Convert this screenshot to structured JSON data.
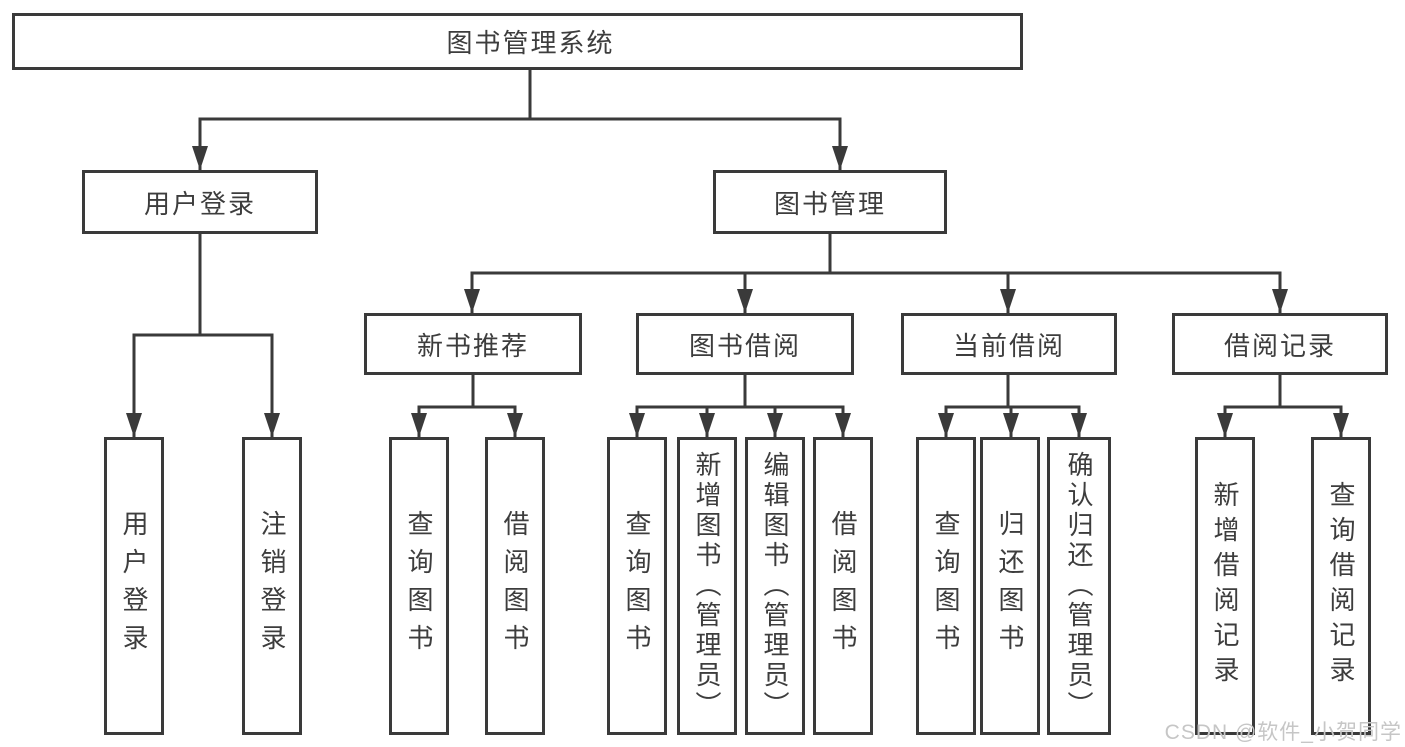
{
  "diagram": {
    "type": "hierarchy-tree",
    "root": {
      "label": "图书管理系统",
      "children": [
        {
          "label": "用户登录",
          "children": [
            {
              "label": "用户登录"
            },
            {
              "label": "注销登录"
            }
          ]
        },
        {
          "label": "图书管理",
          "children": [
            {
              "label": "新书推荐",
              "children": [
                {
                  "label": "查询图书"
                },
                {
                  "label": "借阅图书"
                }
              ]
            },
            {
              "label": "图书借阅",
              "children": [
                {
                  "label": "查询图书"
                },
                {
                  "label": "新增图书（管理员）"
                },
                {
                  "label": "编辑图书（管理员）"
                },
                {
                  "label": "借阅图书"
                }
              ]
            },
            {
              "label": "当前借阅",
              "children": [
                {
                  "label": "查询图书"
                },
                {
                  "label": "归还图书"
                },
                {
                  "label": "确认归还（管理员）"
                }
              ]
            },
            {
              "label": "借阅记录",
              "children": [
                {
                  "label": "新增借阅记录"
                },
                {
                  "label": "查询借阅记录"
                }
              ]
            }
          ]
        }
      ]
    }
  },
  "watermark": {
    "text": "CSDN @软件_小贺同学"
  },
  "colors": {
    "line": "#3a3a3a",
    "box_border": "#3a3a3a",
    "text": "#3d3d3d",
    "watermark": "#c6c6c6",
    "background": "#ffffff"
  }
}
